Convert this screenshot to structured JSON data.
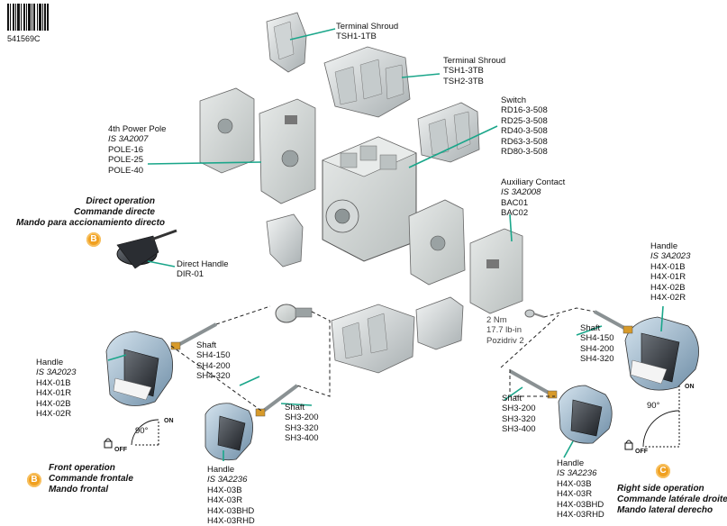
{
  "catalog_code": "541569C",
  "accent_color": "#1aa68a",
  "badge_color": "#f0a020",
  "components": {
    "terminal_shroud_1": {
      "title": "Terminal Shroud",
      "codes": [
        "TSH1-1TB"
      ]
    },
    "terminal_shroud_3": {
      "title": "Terminal Shroud",
      "codes": [
        "TSH1-3TB",
        "TSH2-3TB"
      ]
    },
    "switch": {
      "title": "Switch",
      "codes": [
        "RD16-3-508",
        "RD25-3-508",
        "RD40-3-508",
        "RD63-3-508",
        "RD80-3-508"
      ]
    },
    "fourth_pole": {
      "title": "4th Power Pole",
      "ref": "IS 3A2007",
      "codes": [
        "POLE-16",
        "POLE-25",
        "POLE-40"
      ]
    },
    "aux_contact": {
      "title": "Auxiliary Contact",
      "ref": "IS 3A2008",
      "codes": [
        "BAC01",
        "BAC02"
      ]
    },
    "direct_handle": {
      "title": "Direct Handle",
      "codes": [
        "DIR-01"
      ]
    },
    "handle_front": {
      "title": "Handle",
      "ref": "IS 3A2023",
      "codes": [
        "H4X-01B",
        "H4X-01R",
        "H4X-02B",
        "H4X-02R"
      ]
    },
    "shaft_front": {
      "title": "Shaft",
      "codes": [
        "SH4-150",
        "SH4-200",
        "SH4-320"
      ]
    },
    "shaft_front_3": {
      "title": "Shaft",
      "codes": [
        "SH3-200",
        "SH3-320",
        "SH3-400"
      ]
    },
    "handle_front_small": {
      "title": "Handle",
      "ref": "IS 3A2236",
      "codes": [
        "H4X-03B",
        "H4X-03R",
        "H4X-03BHD",
        "H4X-03RHD"
      ]
    },
    "handle_side": {
      "title": "Handle",
      "ref": "IS 3A2023",
      "codes": [
        "H4X-01B",
        "H4X-01R",
        "H4X-02B",
        "H4X-02R"
      ]
    },
    "shaft_side": {
      "title": "Shaft",
      "codes": [
        "SH4-150",
        "SH4-200",
        "SH4-320"
      ]
    },
    "shaft_side_3": {
      "title": "Shaft",
      "codes": [
        "SH3-200",
        "SH3-320",
        "SH3-400"
      ]
    },
    "handle_side_small": {
      "title": "Handle",
      "ref": "IS 3A2236",
      "codes": [
        "H4X-03B",
        "H4X-03R",
        "H4X-03BHD",
        "H4X-03RHD"
      ]
    }
  },
  "torque": {
    "lines": [
      "2 Nm",
      "17.7 lb-in",
      "Pozidriv 2"
    ]
  },
  "modes": {
    "direct": {
      "badge": "B",
      "lines": [
        "Direct operation",
        "Commande directe",
        "Mando para accionamiento directo"
      ]
    },
    "front": {
      "badge": "B",
      "lines": [
        "Front operation",
        "Commande frontale",
        "Mando frontal"
      ]
    },
    "side": {
      "badge": "C",
      "lines": [
        "Right side operation",
        "Commande latérale droite",
        "Mando lateral derecho"
      ]
    }
  },
  "dial_front": {
    "angle": "90°",
    "on": "ON",
    "off": "OFF"
  },
  "dial_side": {
    "angle": "90°",
    "on": "ON",
    "off": "OFF"
  }
}
